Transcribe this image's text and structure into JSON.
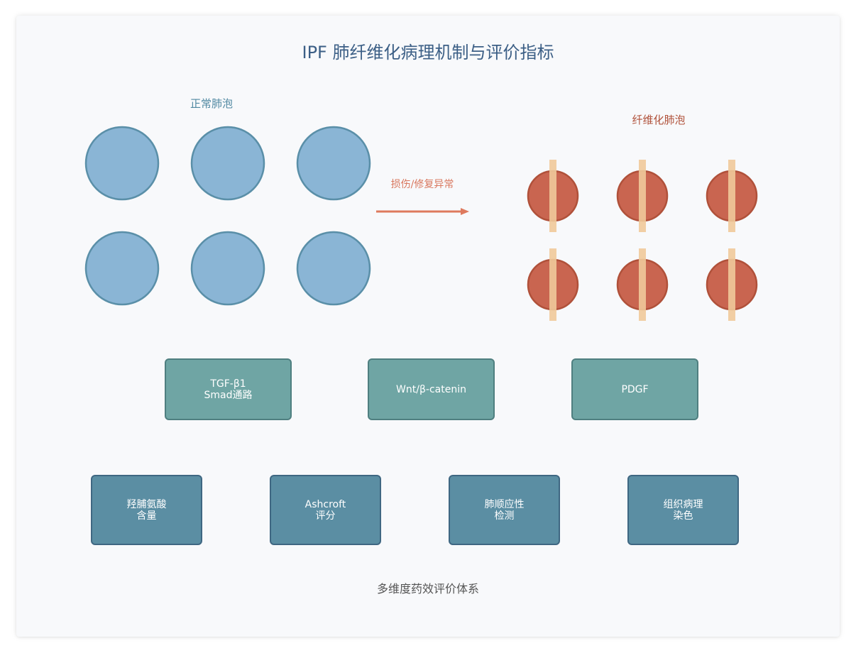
{
  "title": "IPF 肺纤维化病理机制与评价指标",
  "normal_section": {
    "label": "正常肺泡",
    "alveoli_count": 6,
    "color": "#8ab5d5",
    "stroke": "#5a8fa8"
  },
  "fibrosis_section": {
    "label": "纤维化肺泡",
    "alveoli_count": 6,
    "color": "#c96550",
    "stroke": "#b0513a",
    "band_color": "#f0c99a"
  },
  "transition": {
    "label": "损伤/修复异常",
    "arrow_color": "#de7a5e"
  },
  "pathways": [
    "TGF-β1\nSmad通路",
    "Wnt/β-catenin",
    "PDGF"
  ],
  "metrics": [
    "羟脯氨酸\n含量",
    "Ashcroft\n评分",
    "肺顺应性\n检测",
    "组织病理\n染色"
  ],
  "footer": "多维度药效评价体系"
}
